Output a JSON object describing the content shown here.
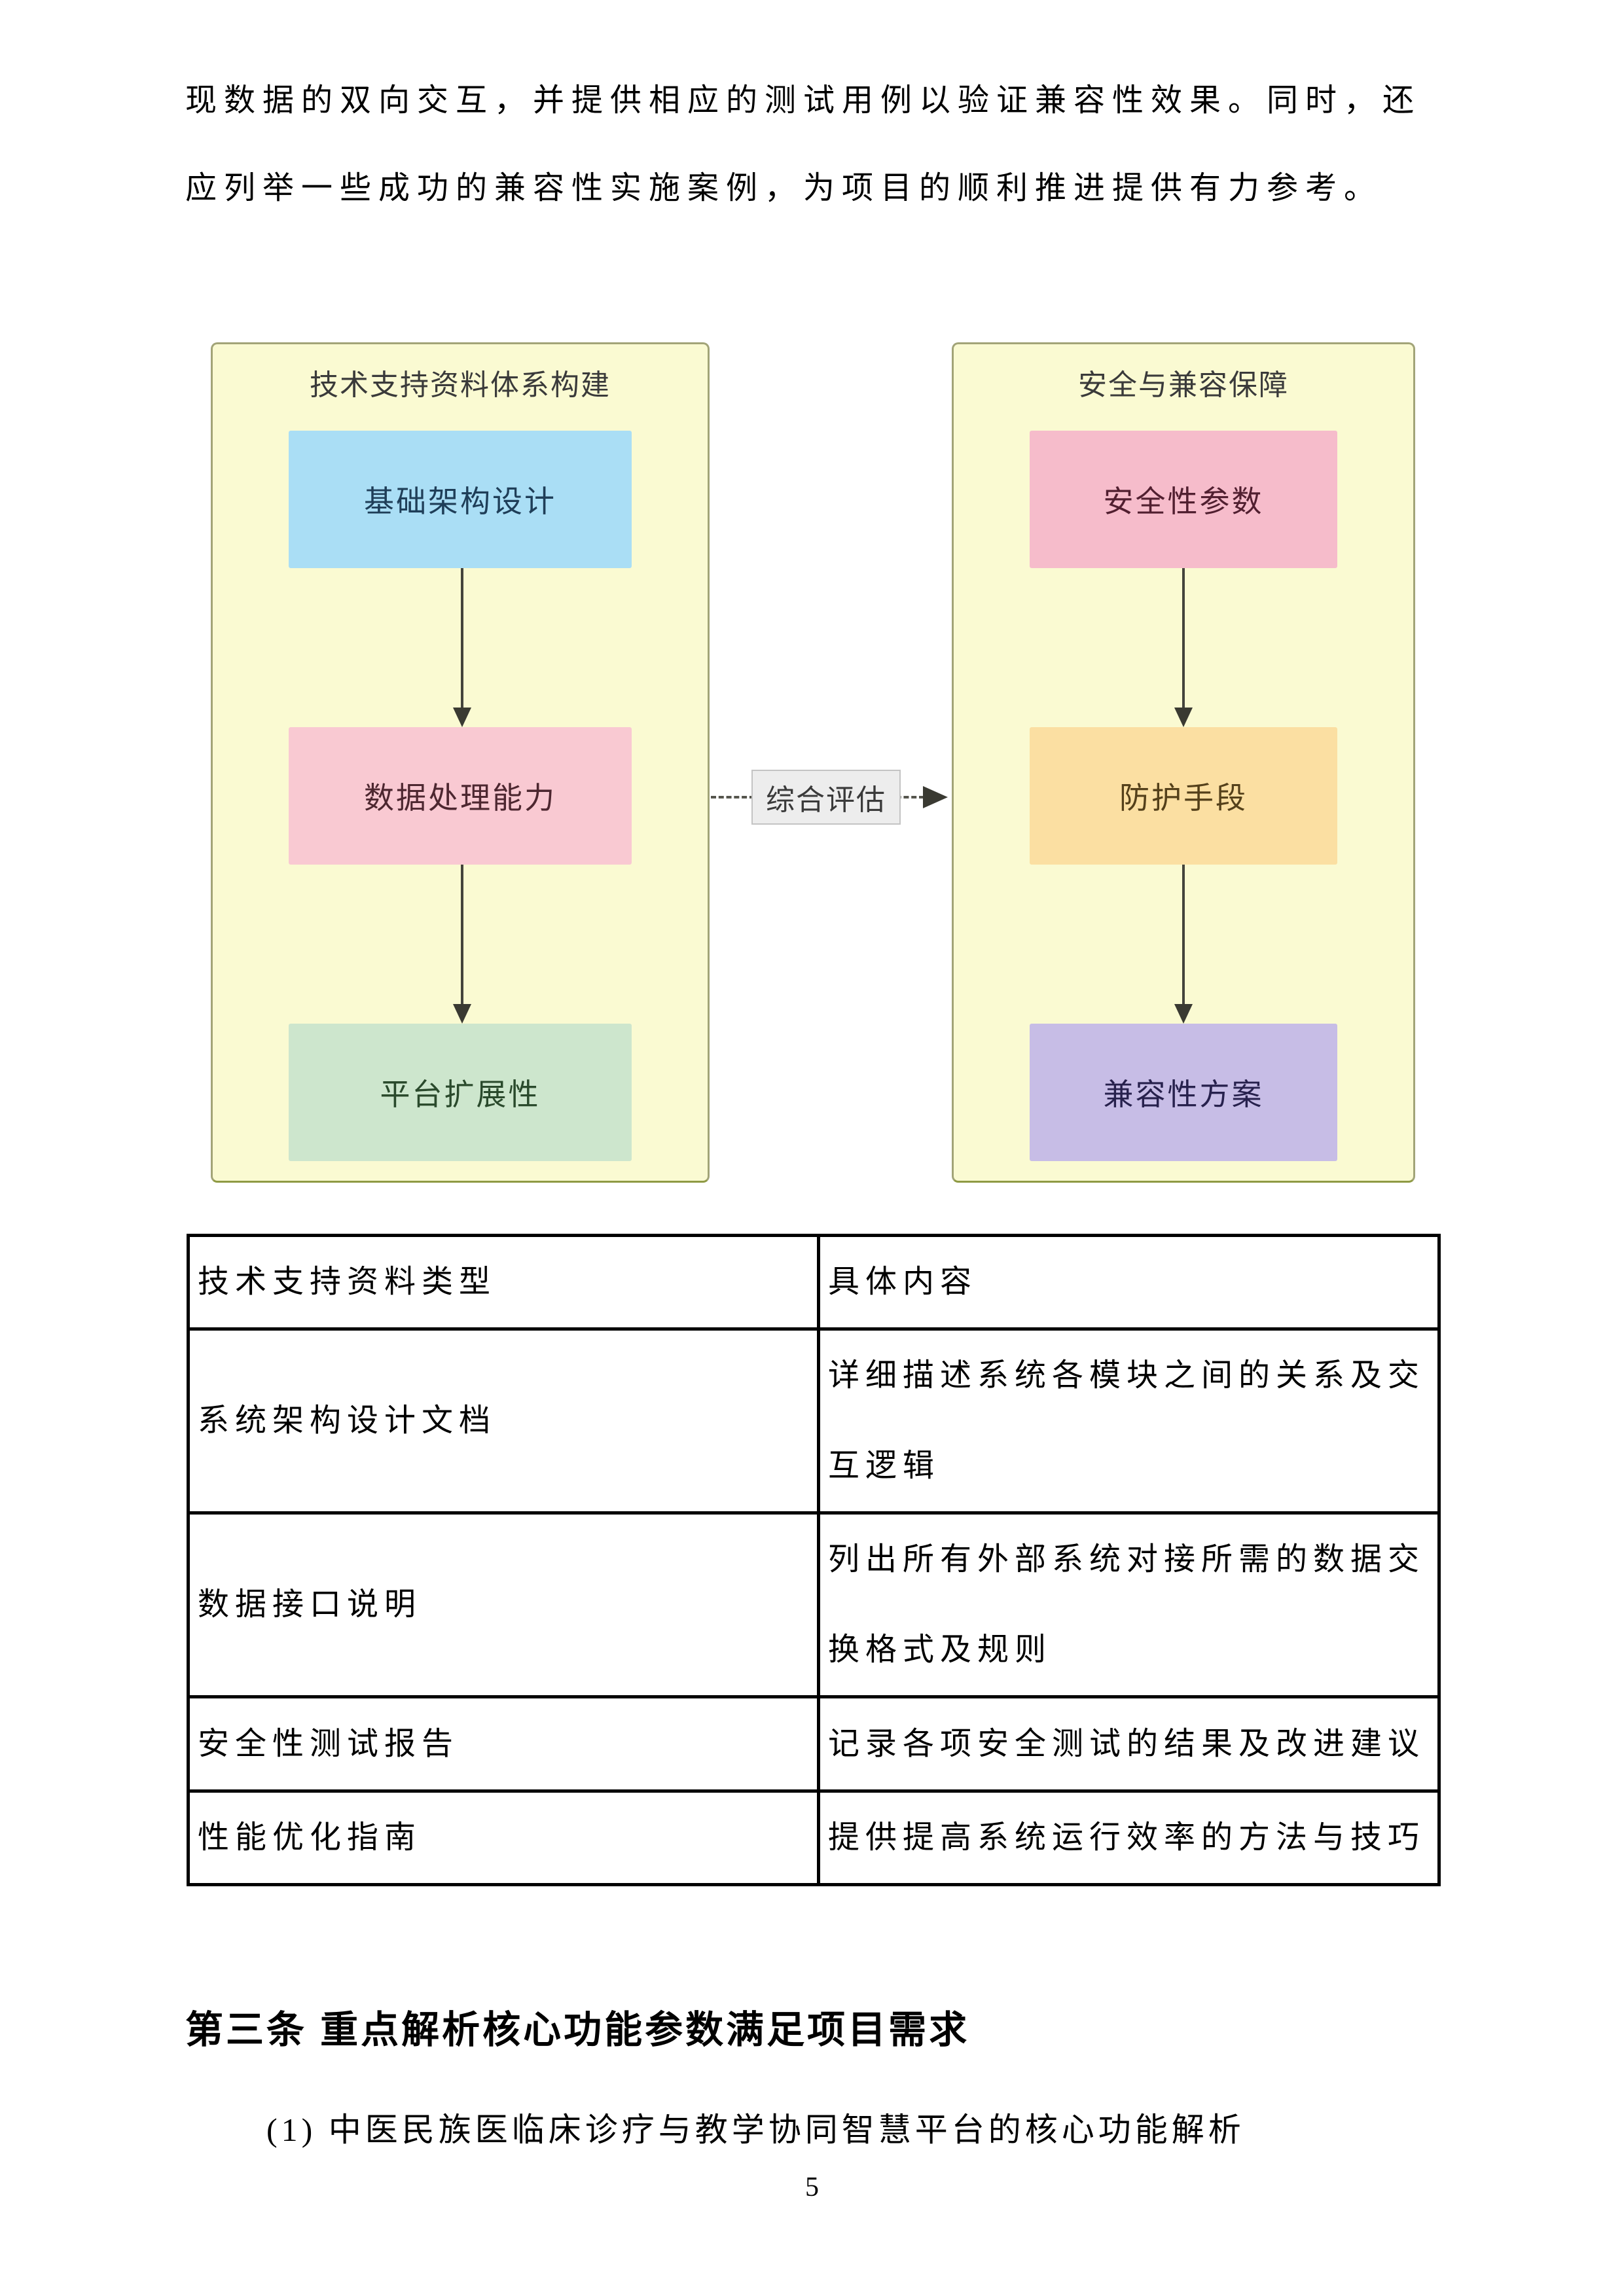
{
  "intro": {
    "line1": "现数据的双向交互，并提供相应的测试用例以验证兼容性效果。同时，还",
    "line2": "应列举一些成功的兼容性实施案例，为项目的顺利推进提供有力参考。"
  },
  "diagram": {
    "container_bg": "#fafad2",
    "container_border": "#a2a478",
    "left": {
      "title": "技术支持资料体系构建",
      "nodes": [
        {
          "label": "基础架构设计",
          "bg": "#aadef5",
          "fg": "#1f3e58"
        },
        {
          "label": "数据处理能力",
          "bg": "#f9c9d2",
          "fg": "#4d2730"
        },
        {
          "label": "平台扩展性",
          "bg": "#cde6cd",
          "fg": "#2a4a2c"
        }
      ]
    },
    "right": {
      "title": "安全与兼容保障",
      "nodes": [
        {
          "label": "安全性参数",
          "bg": "#f6bccb",
          "fg": "#511f30"
        },
        {
          "label": "防护手段",
          "bg": "#fbdfa2",
          "fg": "#54401a"
        },
        {
          "label": "兼容性方案",
          "bg": "#c7bde6",
          "fg": "#27214d"
        }
      ]
    },
    "connector_label": "综合评估"
  },
  "table": {
    "headers": [
      "技术支持资料类型",
      "具体内容"
    ],
    "rows": [
      {
        "type": "系统架构设计文档",
        "content_lines": [
          "详细描述系统各模块之间的关系及交",
          "互逻辑"
        ]
      },
      {
        "type": "数据接口说明",
        "content_lines": [
          "列出所有外部系统对接所需的数据交",
          "换格式及规则"
        ]
      },
      {
        "type": "安全性测试报告",
        "content_lines": [
          "记录各项安全测试的结果及改进建议"
        ]
      },
      {
        "type": "性能优化指南",
        "content_lines": [
          "提供提高系统运行效率的方法与技巧"
        ]
      }
    ]
  },
  "section": {
    "heading": "第三条 重点解析核心功能参数满足项目需求",
    "item": "(1) 中医民族医临床诊疗与教学协同智慧平台的核心功能解析"
  },
  "page_number": "5"
}
